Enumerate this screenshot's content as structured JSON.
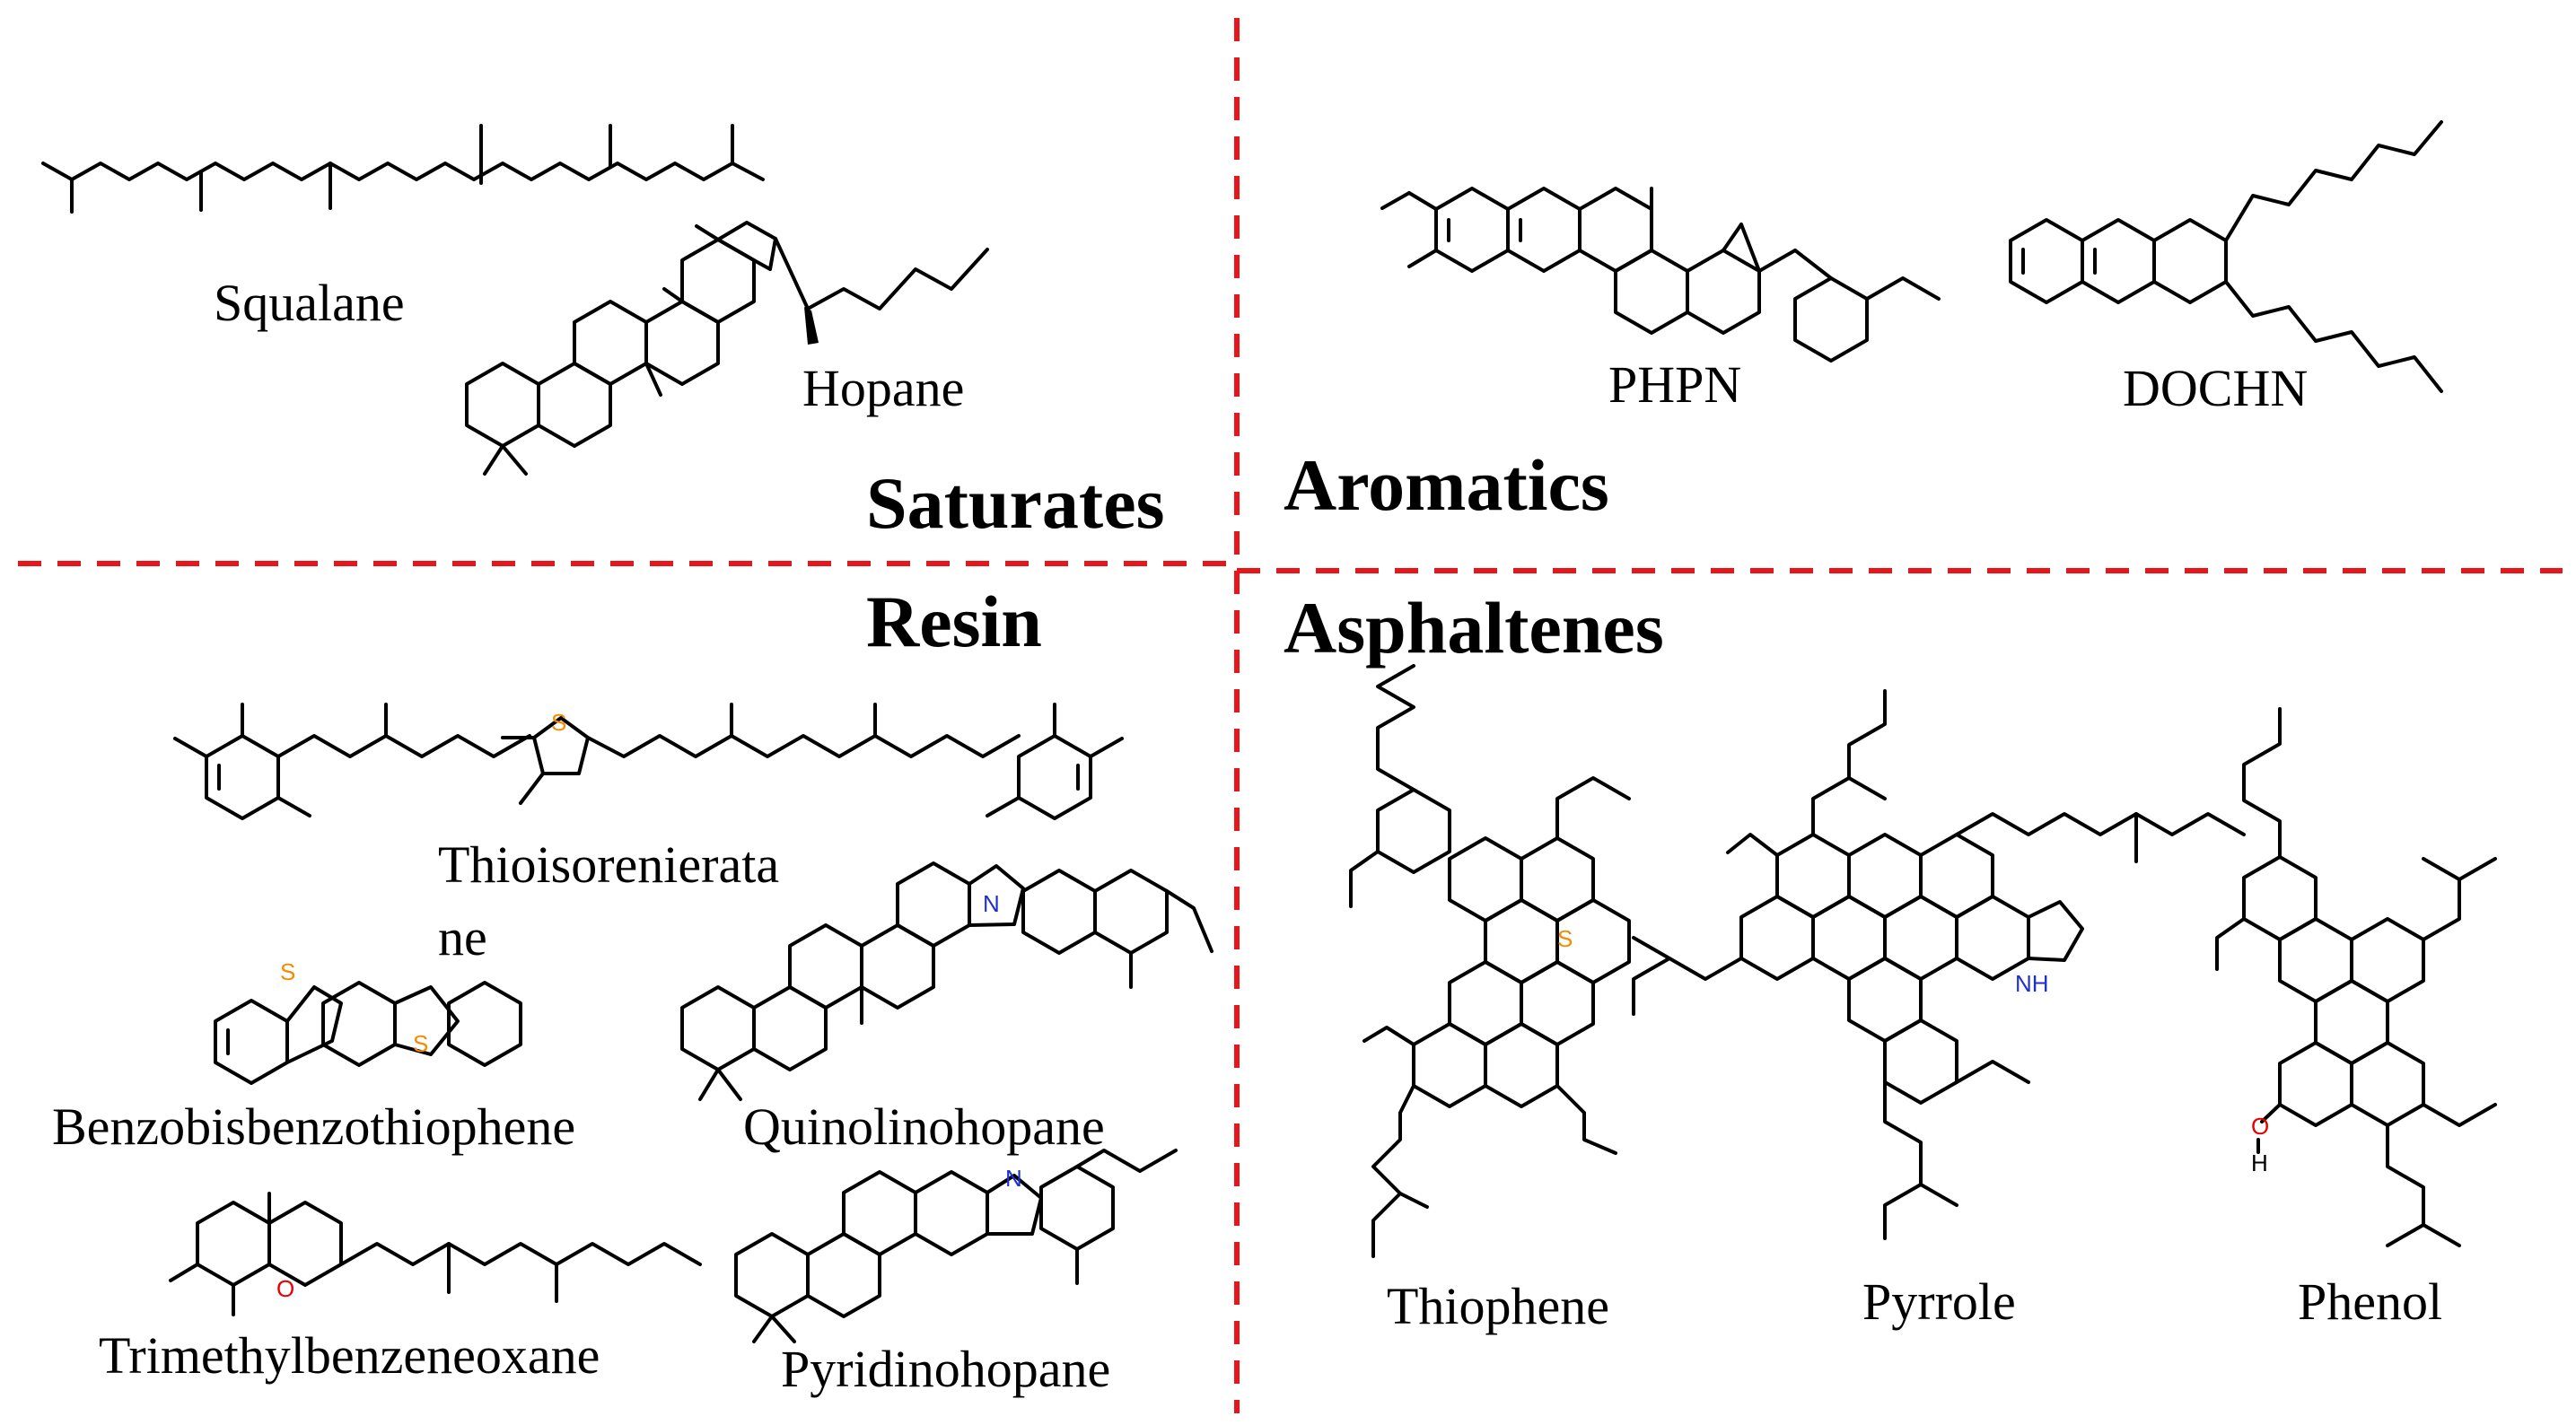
{
  "figure": {
    "divider_color": "#e8151b",
    "heteroatom_colors": {
      "S": "#f28c00",
      "N": "#1f2fd0",
      "O": "#e60000"
    }
  },
  "categories": {
    "saturates": "Saturates",
    "aromatics": "Aromatics",
    "resin": "Resin",
    "asphaltenes": "Asphaltenes"
  },
  "molecules": {
    "squalane": "Squalane",
    "hopane": "Hopane",
    "phpn": "PHPN",
    "dochn": "DOCHN",
    "thioisorenierata_line1": "Thioisorenierata",
    "thioisorenierata_line2": "ne",
    "benzobisbenzothiophene": "Benzobisbenzothiophene",
    "quinolinohopane": "Quinolinohopane",
    "trimethylbenzeneoxane": "Trimethylbenzeneoxane",
    "pyridinohopane": "Pyridinohopane",
    "thiophene": "Thiophene",
    "pyrrole": "Pyrrole",
    "phenol": "Phenol"
  },
  "atoms": {
    "s": "S",
    "n": "N",
    "o": "O",
    "nh": "NH",
    "h": "H"
  }
}
